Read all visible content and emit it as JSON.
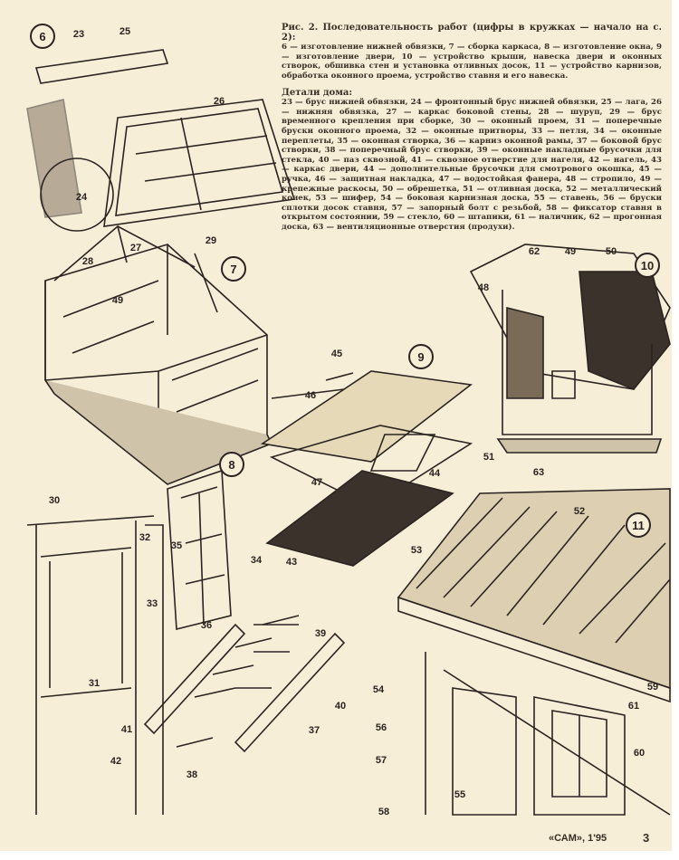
{
  "caption": {
    "title": "Рис. 2. Последовательность работ (цифры в кружках — начало на с. 2):",
    "steps": "6 — изготовление нижней обвязки, 7 — сборка каркаса, 8 — изготовление окна, 9 — изготовление двери, 10 — устройство крыши, навеска двери и оконных створок, обшивка стен и установка отливных досок, 11 — устройство карнизов, обработка оконного проема, устройство ставня и его навеска.",
    "parts_title": "Детали дома:",
    "parts": "23 — брус нижней обвязки, 24 — фронтонный брус нижней обвязки, 25 — лага, 26 — нижняя обвязка, 27 — каркас боковой стены, 28 — шуруп, 29 — брус временного крепления при сборке, 30 — оконный проем, 31 — поперечные бруски оконного проема, 32 — оконные притворы, 33 — петля, 34 — оконные переплеты, 35 — оконная створка, 36 — карниз оконной рамы, 37 — боковой брус створки, 38 — поперечный брус створки, 39 — оконные накладные брусочки для стекла, 40 — паз сквозной, 41 — сквозное отверстие для нагеля, 42 — нагель, 43 — каркас двери, 44 — дополнительные брусочки для смотрового окошка, 45 — ручка, 46 — защитная накладка, 47 — водостойкая фанера, 48 — стропило, 49 — крепежные раскосы, 50 — обрешетка, 51 — отливная доска, 52 — металлический конек, 53 — шифер, 54 — боковая карнизная доска, 55 — ставень, 56 — бруски сплотки досок ставня, 57 — запорный болт с резьбой, 58 — фиксатор ставня в открытом состоянии, 59 — стекло, 60 — штапики, 61 — наличник, 62 — прогонная доска, 63 — вентиляционные отверстия (продухи)."
  },
  "steps": [
    "6",
    "7",
    "8",
    "9",
    "10",
    "11"
  ],
  "labels": [
    "23",
    "25",
    "26",
    "24",
    "27",
    "28",
    "29",
    "49",
    "45",
    "46",
    "47",
    "44",
    "43",
    "30",
    "32",
    "35",
    "34",
    "33",
    "36",
    "31",
    "39",
    "40",
    "41",
    "37",
    "42",
    "38",
    "62",
    "49",
    "50",
    "48",
    "51",
    "63",
    "52",
    "53",
    "54",
    "59",
    "61",
    "56",
    "57",
    "60",
    "55",
    "58"
  ],
  "footer": {
    "magazine": "«САМ», 1'95",
    "page": "3"
  }
}
